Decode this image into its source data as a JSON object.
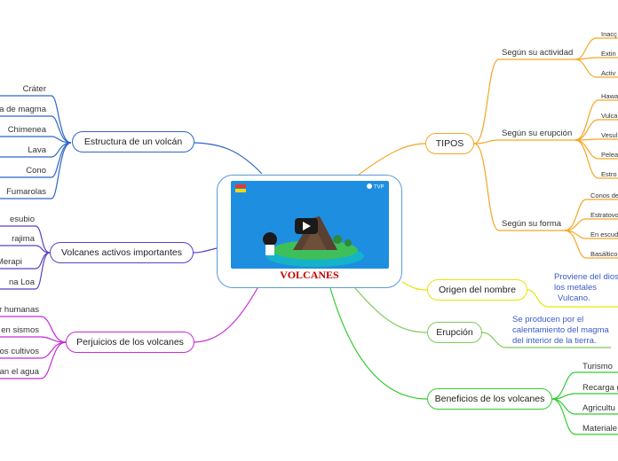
{
  "center": {
    "title": "VOLCANES",
    "brand": "TVP"
  },
  "left": {
    "estructura": {
      "label": "Estructura de un volcán",
      "items": [
        "Cráter",
        "a de magma",
        "Chimenea",
        "Lava",
        "Cono",
        "Fumarolas"
      ]
    },
    "activos": {
      "label": "Volcanes activos importantes",
      "items": [
        "esubio",
        "rajima",
        "Merapi",
        "na Loa"
      ]
    },
    "perjuicios": {
      "label": "Perjuicios de los volcanes",
      "items": [
        "r humanas",
        "en sismos",
        "os cultivos",
        "an el agua"
      ]
    }
  },
  "right": {
    "tipos": {
      "label": "TIPOS",
      "actividad": {
        "label": "Según su actividad",
        "items": [
          "Inacç",
          "Extin",
          "Activ"
        ]
      },
      "erupcion": {
        "label": "Según su erupción",
        "items": [
          "Hawa",
          "Vulca",
          "Vesul",
          "Pelea",
          "Estro"
        ]
      },
      "forma": {
        "label": "Según su forma",
        "items": [
          "Conos de",
          "Estratovo",
          "En escud",
          "Basáltico"
        ]
      }
    },
    "origen": {
      "label": "Origen del nombre",
      "text": [
        "Proviene del dios",
        "los metales",
        "Vulcano."
      ]
    },
    "erupcion": {
      "label": "Erupción",
      "text": [
        "Se producen por el",
        "calentamiento del magma",
        "del interior de la tierra."
      ]
    },
    "beneficios": {
      "label": "Beneficios de los volcanes",
      "items": [
        "Turismo",
        "Recarga g",
        "Agricultu",
        "Materiale"
      ]
    }
  },
  "colors": {
    "estructura": "#2f66c8",
    "activos": "#5b3fc4",
    "perjuicios": "#c62ad8",
    "tipos": "#f5a623",
    "origen": "#e6e600",
    "erupcion": "#7ec85a",
    "beneficios": "#33cc33",
    "center_border": "#5a9bd5",
    "title": "#c00000"
  }
}
